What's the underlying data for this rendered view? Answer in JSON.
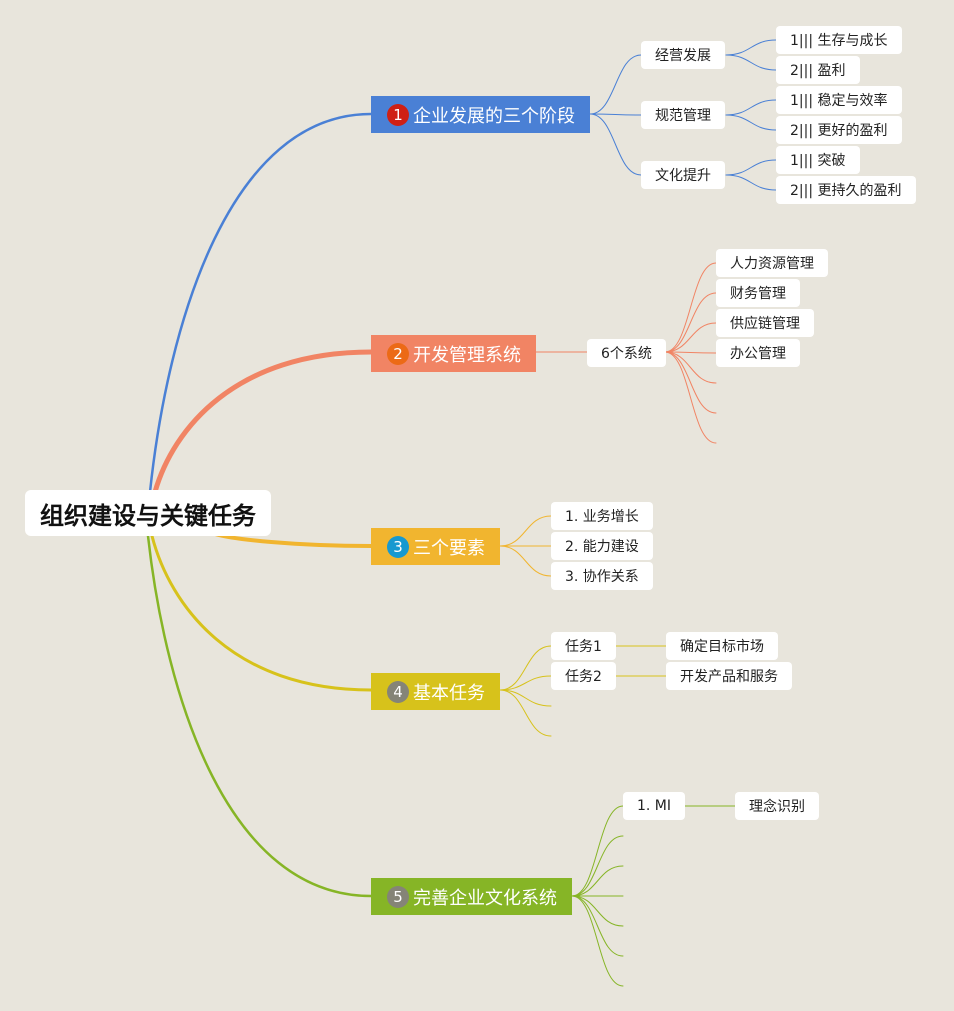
{
  "root": "组织建设与关键任务",
  "colors": {
    "blue": "#4a80d5",
    "orange": "#f18464",
    "amber": "#f1b52f",
    "olive": "#d7c21b",
    "green": "#86b526",
    "badge_red": "#cf2014",
    "badge_orange": "#ec6a16",
    "badge_blue": "#1799d0",
    "badge_gray": "#858477"
  },
  "b1": {
    "num": "1",
    "label": "企业发展的三个阶段",
    "c1": {
      "label": "经营发展",
      "g1": "1||| 生存与成长",
      "g2": "2||| 盈利"
    },
    "c2": {
      "label": "规范管理",
      "g1": "1||| 稳定与效率",
      "g2": "2||| 更好的盈利"
    },
    "c3": {
      "label": "文化提升",
      "g1": "1||| 突破",
      "g2": "2||| 更持久的盈利"
    }
  },
  "b2": {
    "num": "2",
    "label": "开发管理系统",
    "child": "6个系统",
    "items": [
      "人力资源管理",
      "财务管理",
      "供应链管理",
      "办公管理"
    ]
  },
  "b3": {
    "num": "3",
    "label": "三个要素",
    "items": [
      "1. 业务增长",
      "2. 能力建设",
      "3. 协作关系"
    ]
  },
  "b4": {
    "num": "4",
    "label": "基本任务",
    "t1": {
      "label": "任务1",
      "detail": "确定目标市场"
    },
    "t2": {
      "label": "任务2",
      "detail": "开发产品和服务"
    }
  },
  "b5": {
    "num": "5",
    "label": "完善企业文化系统",
    "c1": {
      "label": "1. MI",
      "detail": "理念识别"
    }
  }
}
